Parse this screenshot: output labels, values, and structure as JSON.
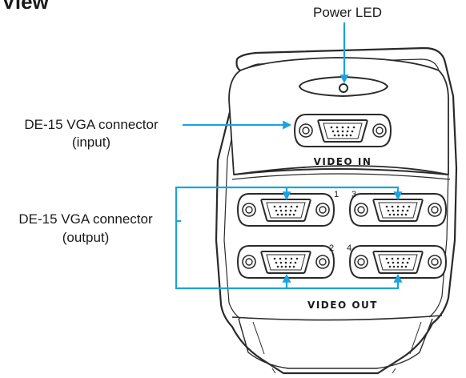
{
  "title_fragment": "View",
  "labels": {
    "power_led": "Power LED",
    "vga_input_line1": "DE-15 VGA connector",
    "vga_input_line2": "(input)",
    "vga_output_line1": "DE-15 VGA connector",
    "vga_output_line2": "(output)"
  },
  "panel": {
    "video_in": "VIDEO IN",
    "video_out": "VIDEO OUT",
    "port_numbers": [
      "1",
      "2",
      "3",
      "4"
    ]
  },
  "colors": {
    "callout": "#1aa3e0",
    "outline": "#2a2a2a"
  }
}
